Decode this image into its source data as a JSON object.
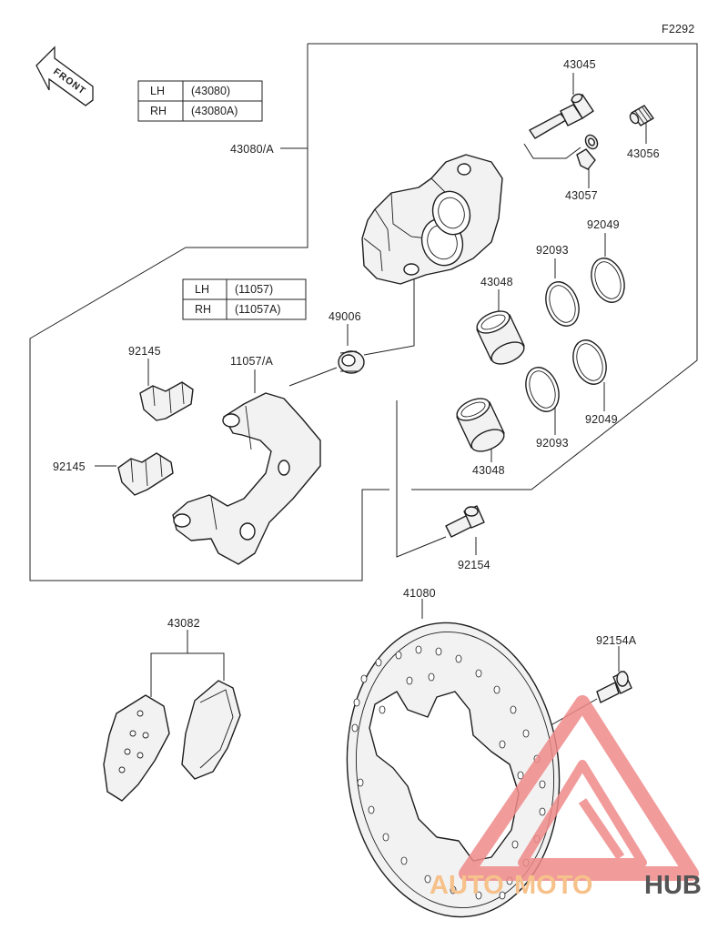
{
  "figure_code": "F2292",
  "front_badge": "FRONT",
  "caliper_table": {
    "rows": [
      {
        "side": "LH",
        "code": "(43080)"
      },
      {
        "side": "RH",
        "code": "(43080A)"
      }
    ]
  },
  "bracket_table": {
    "rows": [
      {
        "side": "LH",
        "code": "(11057)"
      },
      {
        "side": "RH",
        "code": "(11057A)"
      }
    ]
  },
  "labels": {
    "caliper_assy": "43080/A",
    "pin_bolt": "43045",
    "bleeder_valve": "43056",
    "bleeder_cap": "43057",
    "seal_outer_1": "92049",
    "seal_outer_2": "92049",
    "seal_inner_1": "92093",
    "seal_inner_2": "92093",
    "piston_1": "43048",
    "piston_2": "43048",
    "boot": "49006",
    "bracket": "11057/A",
    "spring_1": "92145",
    "spring_2": "92145",
    "bolt_1": "92154",
    "pads": "43082",
    "disc": "41080",
    "disc_bolt": "92154A"
  },
  "watermark": {
    "part1": "AUTO",
    "part2": "MOTO",
    "part3": "HUB",
    "color_light": "#f6c18a",
    "color_dark": "#555555",
    "logo_color": "#ef8a8a"
  }
}
